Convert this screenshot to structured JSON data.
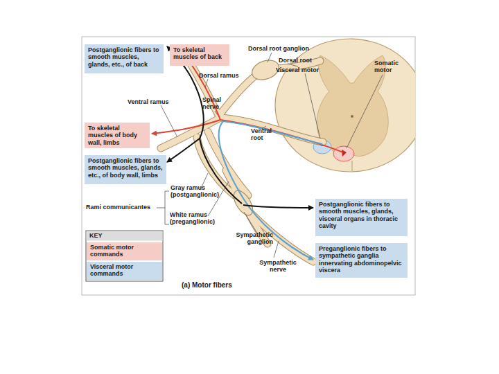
{
  "diagram": {
    "caption": "(a) Motor fibers",
    "nodes": [
      {
        "text": [
          "Postganglionic fibers to smooth muscles, glands, etc., of back"
        ]
      },
      {
        "text": [
          "To skeletal muscles of back"
        ]
      },
      {
        "text": [
          "To skeletal muscles of body wall, limbs"
        ]
      },
      {
        "text": [
          "Postganglionic fibers to smooth muscles, glands, etc., of body wall, limbs"
        ]
      },
      {
        "text": [
          "Postganglionic fibers to smooth muscles, glands, visceral organs in thoracic cavity"
        ]
      },
      {
        "text": [
          "Preganglionic fibers to sympathetic ganglia innervating abdominopelvic viscera"
        ]
      }
    ],
    "labels": [
      "Dorsal root ganglion",
      "Dorsal root",
      "Visceral motor",
      "Somatic motor",
      "Dorsal ramus",
      "Ventral ramus",
      "Spinal nerve",
      "Ventral root",
      "Gray ramus (postganglionic)",
      "Rami communicantes",
      "White ramus (preganglionic)",
      "KEY",
      "Sympathetic ganglion",
      "Sympathetic nerve"
    ],
    "legend": [
      {
        "text": "Somatic motor commands",
        "color": "#f6cdc6"
      },
      {
        "text": "Visceral motor commands",
        "color": "#c9dcee"
      }
    ]
  }
}
